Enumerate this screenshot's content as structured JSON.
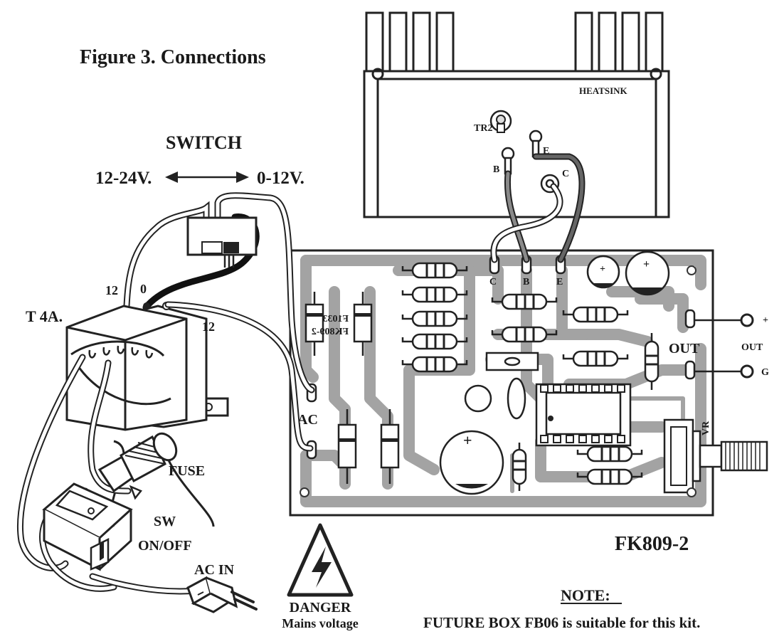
{
  "figure": {
    "title": "Figure 3. Connections"
  },
  "heatsink": {
    "label": "HEATSINK",
    "transistor": "TR2",
    "pin_e": "E",
    "pin_b": "B",
    "pin_c": "C"
  },
  "switch": {
    "title": "SWITCH",
    "left_range": "12-24V.",
    "right_range": "0-12V."
  },
  "transformer": {
    "label": "T 4A.",
    "tap_12_a": "12",
    "tap_0": "0",
    "tap_12_b": "12"
  },
  "board": {
    "name": "FK809-2",
    "silk_a": "F1033",
    "silk_b": "FK809-2",
    "pin_c": "C",
    "pin_b": "B",
    "pin_e": "E",
    "ac_label": "AC",
    "out_label": "OUT",
    "vr_label": "VR",
    "plus_mark": "+"
  },
  "output": {
    "plus": "+",
    "label": "OUT",
    "ground": "G"
  },
  "fuse": {
    "label": "FUSE"
  },
  "power_switch": {
    "line1": "SW",
    "line2": "ON/OFF"
  },
  "ac_in": {
    "label": "AC IN"
  },
  "warning": {
    "line1": "DANGER",
    "line2": "Mains voltage"
  },
  "note": {
    "heading": "NOTE:",
    "text": "FUTURE BOX FB06 is suitable for this kit."
  }
}
